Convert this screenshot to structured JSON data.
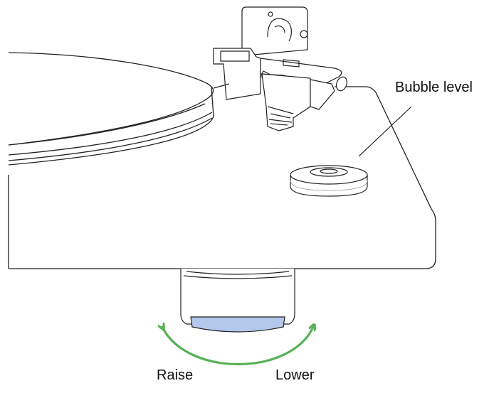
{
  "labels": {
    "bubble_level": "Bubble level",
    "raise": "Raise",
    "lower": "Lower"
  },
  "colors": {
    "line": "#222222",
    "arrow": "#55b255",
    "foot_ring": "#b3c8ea",
    "fill": "#ffffff"
  },
  "icons": {
    "arrow": "curved-double-arrow"
  }
}
